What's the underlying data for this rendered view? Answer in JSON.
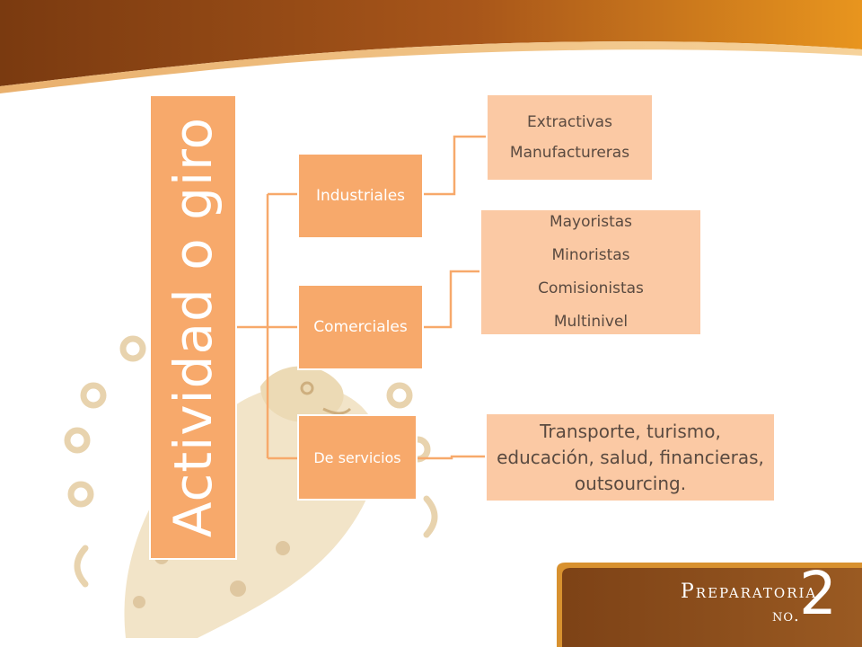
{
  "colors": {
    "banner_dark": "#7a3a10",
    "banner_light": "#e8951e",
    "node_primary": "#f7a96b",
    "node_secondary": "#fbc9a4",
    "connector": "#f7a96b",
    "logo_bg": "#7d4216",
    "logo_border": "#d8912f"
  },
  "root": {
    "label": "Actividad o giro"
  },
  "categories": [
    {
      "label": "Industriales",
      "items": [
        "Extractivas",
        "Manufactureras"
      ]
    },
    {
      "label": "Comerciales",
      "items": [
        "Mayoristas",
        "Minoristas",
        "Comisionistas",
        "Multinivel"
      ]
    },
    {
      "label": "De servicios",
      "text": "Transporte, turismo, educación, salud, financieras, outsourcing."
    }
  ],
  "logo": {
    "line1": "Preparatoria",
    "line2": "no.",
    "number": "2"
  }
}
